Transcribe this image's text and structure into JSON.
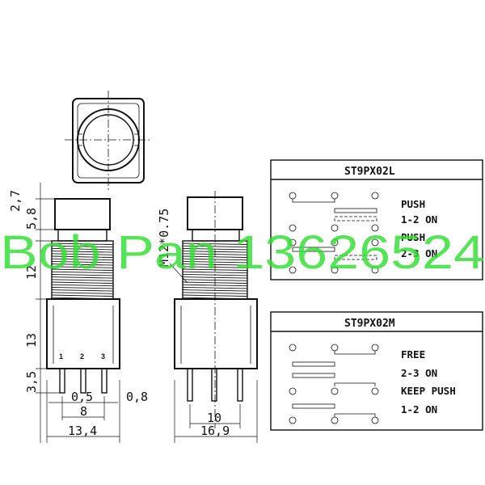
{
  "dimensions": {
    "d_2_7": "2,7",
    "d_5_8": "5,8",
    "d_12": "12",
    "d_13": "13",
    "d_3_5": "3,5",
    "d_0_5": "0,5",
    "d_0_8": "0,8",
    "d_8": "8",
    "d_13_4": "13,4",
    "d_10": "10",
    "d_16_9": "16,9",
    "thread": "M12*0.75"
  },
  "pins": [
    "1",
    "2",
    "3"
  ],
  "boxes": [
    {
      "title": "ST9PX02L",
      "lines": [
        "PUSH",
        "1-2 ON",
        "PUSH",
        "2-3 ON"
      ]
    },
    {
      "title": "ST9PX02M",
      "lines": [
        "FREE",
        "2-3 ON",
        "KEEP PUSH",
        "1-2 ON"
      ]
    }
  ],
  "watermark": "Bob Pan 13626524"
}
